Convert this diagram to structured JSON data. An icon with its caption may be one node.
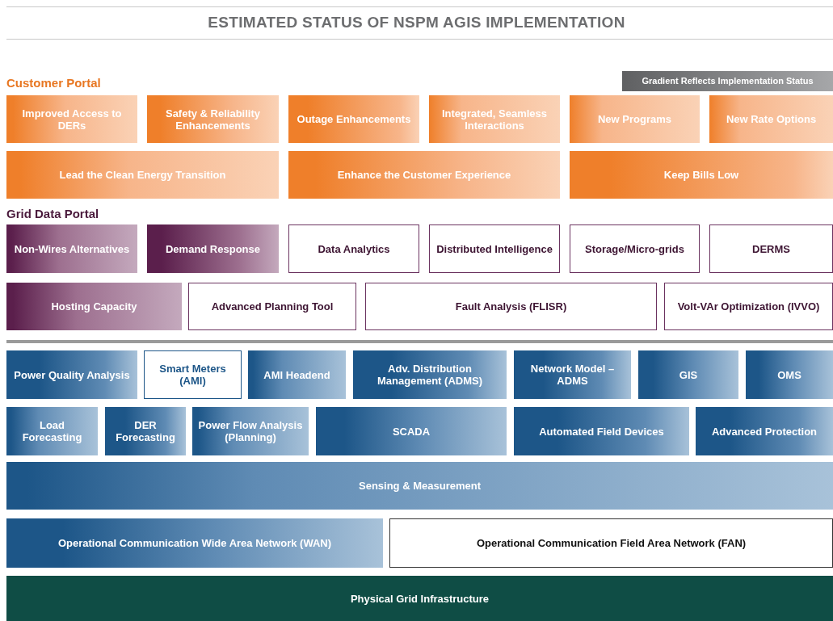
{
  "diagram": {
    "title": "ESTIMATED STATUS OF NSPM AGIS IMPLEMENTATION",
    "nodes": [
      {
        "text": [
          "Gradient Reflects Implementation Status"
        ]
      },
      {
        "text": [
          "Improved Access to DERs"
        ]
      },
      {
        "text": [
          "Safety & Reliability Enhancements"
        ]
      },
      {
        "text": [
          "Outage Enhancements"
        ]
      },
      {
        "text": [
          "Integrated, Seamless Interactions"
        ]
      },
      {
        "text": [
          "New Programs"
        ]
      },
      {
        "text": [
          "New Rate Options"
        ]
      },
      {
        "text": [
          "Lead the Clean Energy Transition"
        ]
      },
      {
        "text": [
          "Enhance the Customer Experience"
        ]
      },
      {
        "text": [
          "Keep Bills Low"
        ]
      },
      {
        "text": [
          "Non-Wires Alternatives"
        ]
      },
      {
        "text": [
          "Demand Response"
        ]
      },
      {
        "text": [
          "Data Analytics"
        ]
      },
      {
        "text": [
          "Distributed Intelligence"
        ]
      },
      {
        "text": [
          "Storage/Micro-grids"
        ]
      },
      {
        "text": [
          "DERMS"
        ]
      },
      {
        "text": [
          "Hosting Capacity"
        ]
      },
      {
        "text": [
          "Advanced Planning Tool"
        ]
      },
      {
        "text": [
          "Fault Analysis (FLISR)"
        ]
      },
      {
        "text": [
          "Volt-VAr Optimization (IVVO)"
        ]
      },
      {
        "text": [
          "Power Quality Analysis"
        ]
      },
      {
        "text": [
          "Smart Meters (AMI)"
        ]
      },
      {
        "text": [
          "AMI Headend"
        ]
      },
      {
        "text": [
          "Adv. Distribution Management (ADMS)"
        ]
      },
      {
        "text": [
          "Network Model – ADMS"
        ]
      },
      {
        "text": [
          "GIS"
        ]
      },
      {
        "text": [
          "OMS"
        ]
      },
      {
        "text": [
          "Load Forecasting"
        ]
      },
      {
        "text": [
          "DER Forecasting"
        ]
      },
      {
        "text": [
          "Power Flow Analysis (Planning)"
        ]
      },
      {
        "text": [
          "SCADA"
        ]
      },
      {
        "text": [
          "Automated Field Devices"
        ]
      },
      {
        "text": [
          "Advanced Protection"
        ]
      },
      {
        "text": [
          "Sensing & Measurement"
        ]
      },
      {
        "text": [
          "Operational Communication Wide Area Network (WAN)"
        ]
      },
      {
        "text": [
          "Operational Communication Field Area Network (FAN)"
        ]
      },
      {
        "text": [
          "Physical Grid Infrastructure"
        ]
      }
    ],
    "edges": [],
    "labels": [
      "Customer Portal",
      "Grid Data Portal"
    ]
  }
}
